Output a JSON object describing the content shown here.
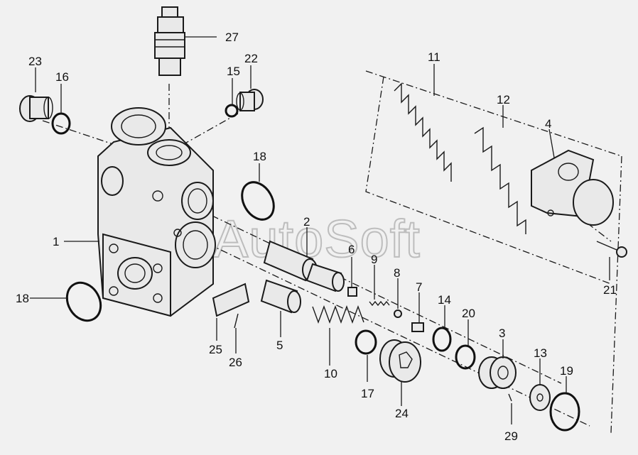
{
  "watermark": "AutoSoft",
  "labels": {
    "p1": "1",
    "p2": "2",
    "p3": "3",
    "p4": "4",
    "p5": "5",
    "p6": "6",
    "p7": "7",
    "p8": "8",
    "p9": "9",
    "p10": "10",
    "p11": "11",
    "p12": "12",
    "p13": "13",
    "p14": "14",
    "p15": "15",
    "p16": "16",
    "p17": "17",
    "p18a": "18",
    "p18b": "18",
    "p19": "19",
    "p20": "20",
    "p21": "21",
    "p22": "22",
    "p23": "23",
    "p24": "24",
    "p25": "25",
    "p26": "26",
    "p27": "27",
    "p29": "29"
  }
}
